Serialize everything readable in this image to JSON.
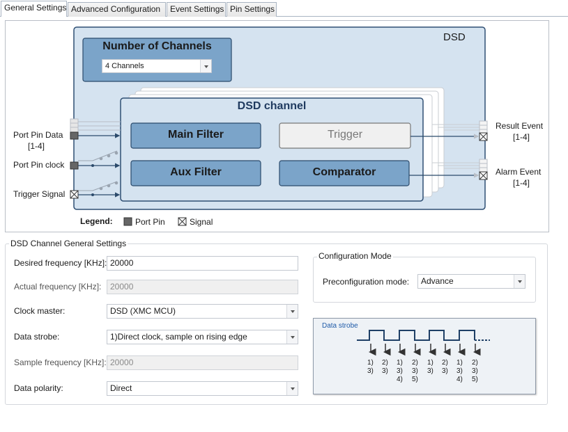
{
  "tabs": [
    {
      "label": "General Settings"
    },
    {
      "label": "Advanced Configuration"
    },
    {
      "label": "Event Settings"
    },
    {
      "label": "Pin Settings"
    }
  ],
  "diagram": {
    "title": "DSD",
    "num_channels_title": "Number of Channels",
    "num_channels_value": "4 Channels",
    "channel_title": "DSD channel",
    "blocks": {
      "main_filter": "Main Filter",
      "trigger": "Trigger",
      "aux_filter": "Aux Filter",
      "comparator": "Comparator"
    },
    "inputs": {
      "port_pin_data": "Port Pin Data",
      "port_pin_data_range": "[1-4]",
      "port_pin_clock": "Port Pin clock",
      "trigger_signal": "Trigger Signal"
    },
    "outputs": {
      "result_event": "Result Event",
      "result_event_range": "[1-4]",
      "alarm_event": "Alarm Event",
      "alarm_event_range": "[1-4]"
    },
    "legend": {
      "title": "Legend:",
      "port_pin": "Port Pin",
      "signal": "Signal"
    },
    "colors": {
      "outer_fill": "#d5e3f0",
      "outer_border": "#2f4f73",
      "block_fill": "#7ba4c9",
      "block_border": "#2b4a6b",
      "disabled_block_fill": "#f0f0f0",
      "title_color": "#1f3a5f"
    }
  },
  "general_settings": {
    "title": "DSD Channel General Settings",
    "desired_frequency_label": "Desired frequency [KHz]:",
    "desired_frequency_value": "20000",
    "actual_frequency_label": "Actual frequency [KHz]:",
    "actual_frequency_value": "20000",
    "clock_master_label": "Clock master:",
    "clock_master_value": "DSD (XMC MCU)",
    "data_strobe_label": "Data strobe:",
    "data_strobe_value": "1)Direct clock, sample on rising edge",
    "sample_frequency_label": "Sample frequency [KHz]:",
    "sample_frequency_value": "20000",
    "data_polarity_label": "Data polarity:",
    "data_polarity_value": "Direct"
  },
  "configuration_mode": {
    "title": "Configuration Mode",
    "preconfiguration_label": "Preconfiguration mode:",
    "preconfiguration_value": "Advance"
  },
  "data_strobe_diagram": {
    "title": "Data strobe",
    "labels": [
      [
        "1)",
        "3)"
      ],
      [
        "2)",
        "3)"
      ],
      [
        "1)",
        "3)",
        "4)"
      ],
      [
        "2)",
        "3)",
        "5)"
      ],
      [
        "1)",
        "3)"
      ],
      [
        "2)",
        "3)"
      ],
      [
        "1)",
        "3)",
        "4)"
      ],
      [
        "2)",
        "3)",
        "5)"
      ]
    ]
  }
}
